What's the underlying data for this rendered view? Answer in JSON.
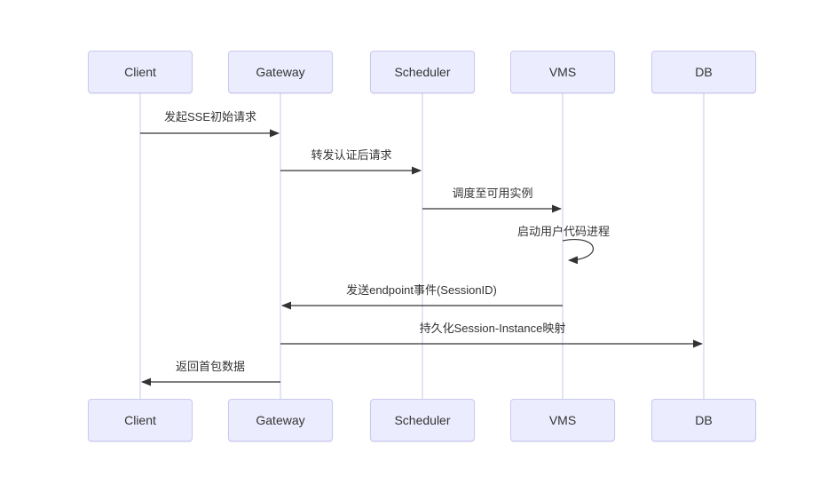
{
  "diagram": {
    "type": "sequence-diagram",
    "background_color": "#ffffff",
    "colors": {
      "actor_fill": "#ECECFF",
      "actor_border": "#C9C9F2",
      "actor_text": "#333333",
      "lifeline": "#CBCBE6",
      "message_line": "#333333",
      "message_text": "#333333"
    },
    "actors": [
      {
        "label": "Client"
      },
      {
        "label": "Gateway"
      },
      {
        "label": "Scheduler"
      },
      {
        "label": "VMS"
      },
      {
        "label": "DB"
      }
    ],
    "messages": [
      {
        "text": "发起SSE初始请求",
        "from": "Client",
        "to": "Gateway",
        "kind": "solid-arrow"
      },
      {
        "text": "转发认证后请求",
        "from": "Gateway",
        "to": "Scheduler",
        "kind": "solid-arrow"
      },
      {
        "text": "调度至可用实例",
        "from": "Scheduler",
        "to": "VMS",
        "kind": "solid-arrow"
      },
      {
        "text": "启动用户代码进程",
        "from": "VMS",
        "to": "VMS",
        "kind": "self-loop"
      },
      {
        "text": "发送endpoint事件(SessionID)",
        "from": "VMS",
        "to": "Gateway",
        "kind": "solid-arrow"
      },
      {
        "text": "持久化Session-Instance映射",
        "from": "Gateway",
        "to": "DB",
        "kind": "solid-arrow"
      },
      {
        "text": "返回首包数据",
        "from": "Gateway",
        "to": "Client",
        "kind": "solid-arrow"
      }
    ]
  }
}
